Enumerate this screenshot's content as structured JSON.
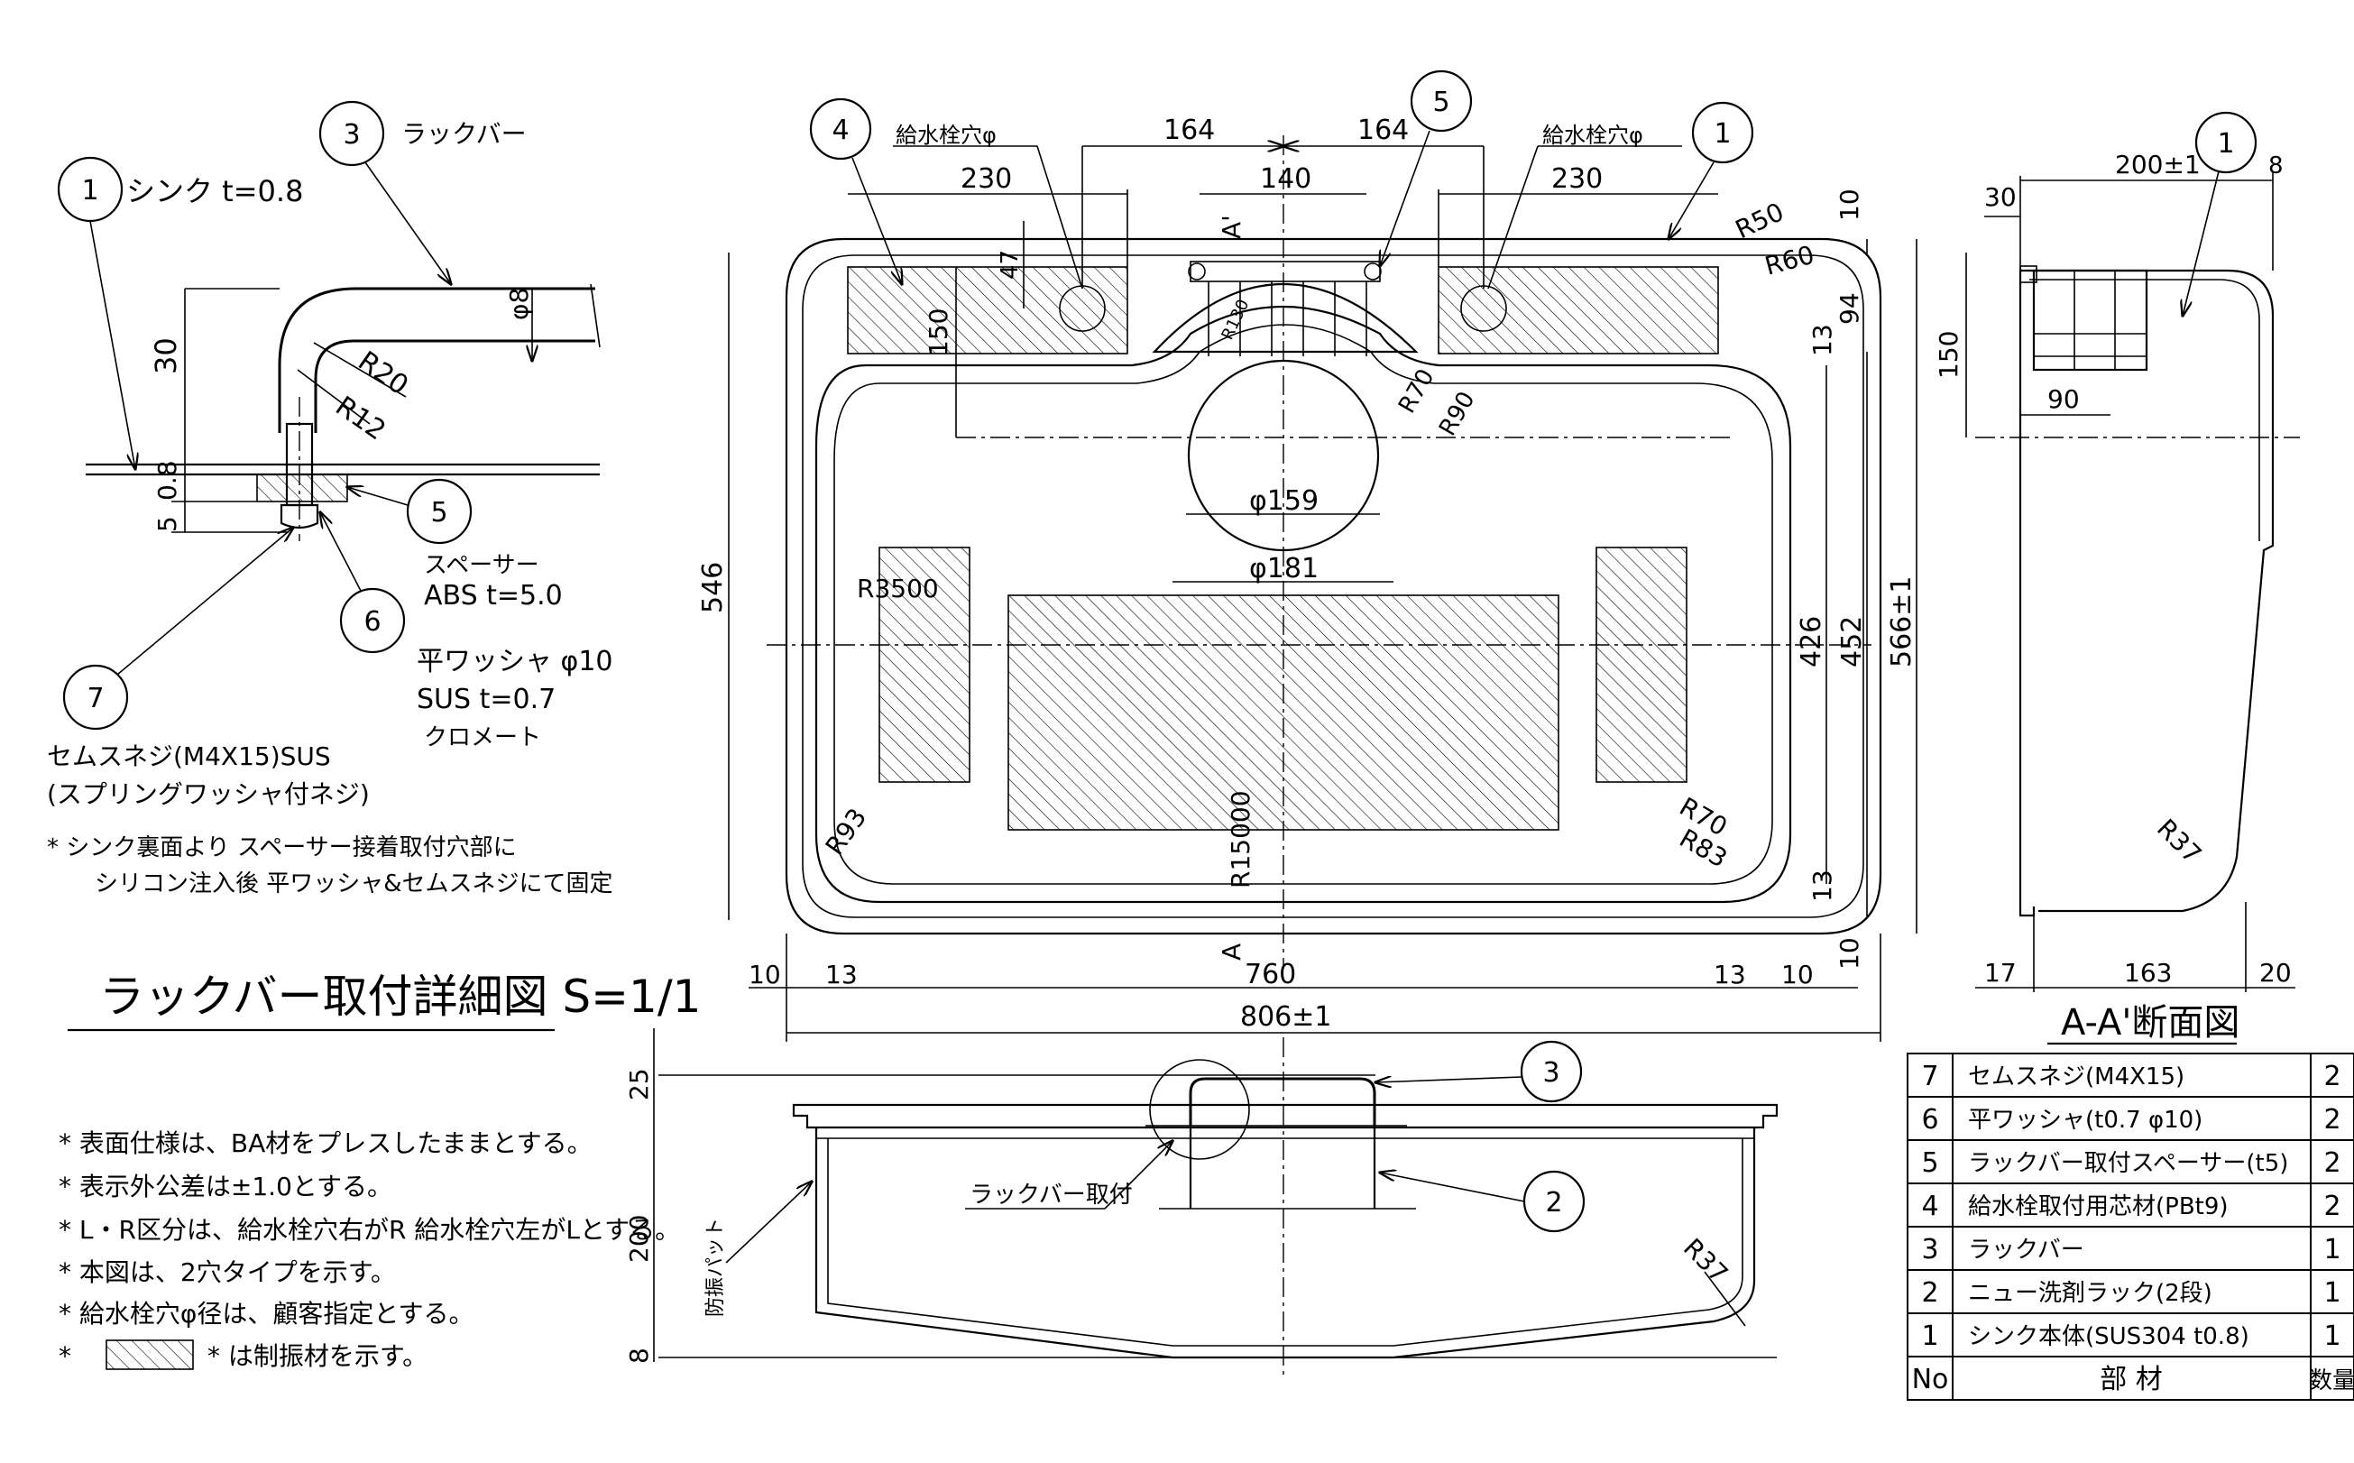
{
  "detail": {
    "title": "ラックバー取付詳細図 S=1/1",
    "label_sink": "シンク t=0.8",
    "label_rackbar": "ラックバー",
    "label_spacer": "スペーサー",
    "label_spacer_spec": "ABS t=5.0",
    "label_washer": "平ワッシャ φ10",
    "label_washer_spec": "SUS t=0.7",
    "label_washer_finish": "クロメート",
    "label_screw": "セムスネジ(M4X15)SUS",
    "label_screw_note": "(スプリングワッシャ付ネジ)",
    "note_line1": "* シンク裏面より スペーサー接着取付穴部に",
    "note_line2": "シリコン注入後 平ワッシャ&セムスネジにて固定",
    "dim_30": "30",
    "dim_08": "0.8",
    "dim_5": "5",
    "dim_phi8": "φ8",
    "dim_r20": "R20",
    "dim_r12": "R12",
    "balloons": [
      "1",
      "3",
      "5",
      "6",
      "7"
    ]
  },
  "notes": [
    "* 表面仕様は、BA材をプレスしたままとする。",
    "* 表示外公差は±1.0とする。",
    "* L・R区分は、給水栓穴右がR 給水栓穴左がLとする。",
    "* 本図は、2穴タイプを示す。",
    "* 給水栓穴φ径は、顧客指定とする。",
    "* は制振材を示す。"
  ],
  "plan": {
    "faucet_hole_left": "給水栓穴φ",
    "faucet_hole_right": "給水栓穴φ",
    "balloon_4": "4",
    "balloon_5": "5",
    "balloon_1": "1",
    "dim_164a": "164",
    "dim_164b": "164",
    "dim_230a": "230",
    "dim_230b": "230",
    "dim_140": "140",
    "dim_47": "47",
    "dim_150": "150",
    "dim_r130": "R130",
    "dim_r50": "R50",
    "dim_r60": "R60",
    "dim_r70a": "R70",
    "dim_r90": "R90",
    "dim_10a": "10",
    "dim_94": "94",
    "dim_13a": "13",
    "dim_phi159": "φ159",
    "dim_phi181": "φ181",
    "dim_546": "546",
    "dim_r3500": "R3500",
    "dim_426": "426",
    "dim_452": "452",
    "dim_566": "566±1",
    "dim_r15000": "R15000",
    "dim_r93": "R93",
    "dim_r70b": "R70",
    "dim_r83": "R83",
    "dim_13b": "13",
    "dim_10b": "10",
    "dim_10c": "10",
    "dim_13c": "13",
    "dim_760": "760",
    "dim_13d": "13",
    "dim_10d": "10",
    "dim_806": "806±1",
    "mark_a_top": "A'",
    "mark_a_bottom": "A"
  },
  "front": {
    "dim_25": "25",
    "dim_200": "200",
    "dim_8": "8",
    "label_rackbar_mount": "ラックバー取付",
    "label_pad": "防振パット",
    "dim_r37": "R37",
    "balloon_3": "3",
    "balloon_2": "2"
  },
  "section": {
    "title": "A-A'断面図",
    "dim_30": "30",
    "dim_200": "200±1",
    "dim_8": "8",
    "dim_150": "150",
    "dim_90": "90",
    "dim_r37": "R37",
    "dim_17": "17",
    "dim_163": "163",
    "dim_20": "20",
    "balloon_1": "1"
  },
  "parts_table": {
    "header": {
      "no": "No",
      "part": "部 材",
      "qty": "数量"
    },
    "rows": [
      {
        "no": "7",
        "part": "セムスネジ(M4X15)",
        "qty": "2"
      },
      {
        "no": "6",
        "part": "平ワッシャ(t0.7 φ10)",
        "qty": "2"
      },
      {
        "no": "5",
        "part": "ラックバー取付スペーサー(t5)",
        "qty": "2"
      },
      {
        "no": "4",
        "part": "給水栓取付用芯材(PBt9)",
        "qty": "2"
      },
      {
        "no": "3",
        "part": "ラックバー",
        "qty": "1"
      },
      {
        "no": "2",
        "part": "ニュー洗剤ラック(2段)",
        "qty": "1"
      },
      {
        "no": "1",
        "part": "シンク本体(SUS304 t0.8)",
        "qty": "1"
      }
    ]
  }
}
